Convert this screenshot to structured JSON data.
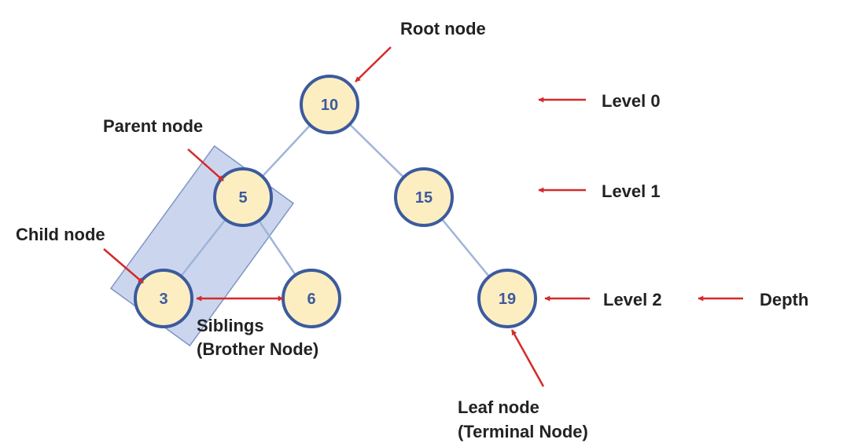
{
  "colors": {
    "node_fill": "#fdeec2",
    "node_stroke": "#3c5a9e",
    "node_text": "#3c5a9e",
    "edge": "#9fb4d8",
    "arrow": "#d42a2a",
    "highlight_fill": "#c2cfeb",
    "highlight_stroke": "#7f94c6",
    "label_text": "#222222"
  },
  "nodes": [
    {
      "id": "n10",
      "value": "10"
    },
    {
      "id": "n5",
      "value": "5"
    },
    {
      "id": "n15",
      "value": "15"
    },
    {
      "id": "n3",
      "value": "3"
    },
    {
      "id": "n6",
      "value": "6"
    },
    {
      "id": "n19",
      "value": "19"
    }
  ],
  "edges": [
    {
      "from": "n10",
      "to": "n5"
    },
    {
      "from": "n10",
      "to": "n15"
    },
    {
      "from": "n5",
      "to": "n3"
    },
    {
      "from": "n5",
      "to": "n6"
    },
    {
      "from": "n15",
      "to": "n19"
    }
  ],
  "labels": {
    "root_node": "Root node",
    "parent_node": "Parent node",
    "child_node": "Child node",
    "siblings": "Siblings",
    "brother_node": "(Brother Node)",
    "leaf_node": "Leaf node",
    "terminal_node": "(Terminal Node)",
    "level_0": "Level 0",
    "level_1": "Level 1",
    "level_2": "Level 2",
    "depth": "Depth"
  }
}
